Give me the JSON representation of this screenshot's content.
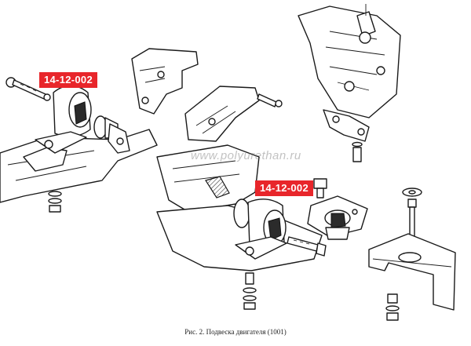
{
  "labels": {
    "part_left": "14-12-002",
    "part_center": "14-12-002"
  },
  "watermark": "www.polyurethan.ru",
  "caption": "Рис. 2. Подвеска двигателя (1001)",
  "colors": {
    "label_bg": "#e8262b",
    "label_text": "#ffffff",
    "line": "#1a1a1a"
  }
}
